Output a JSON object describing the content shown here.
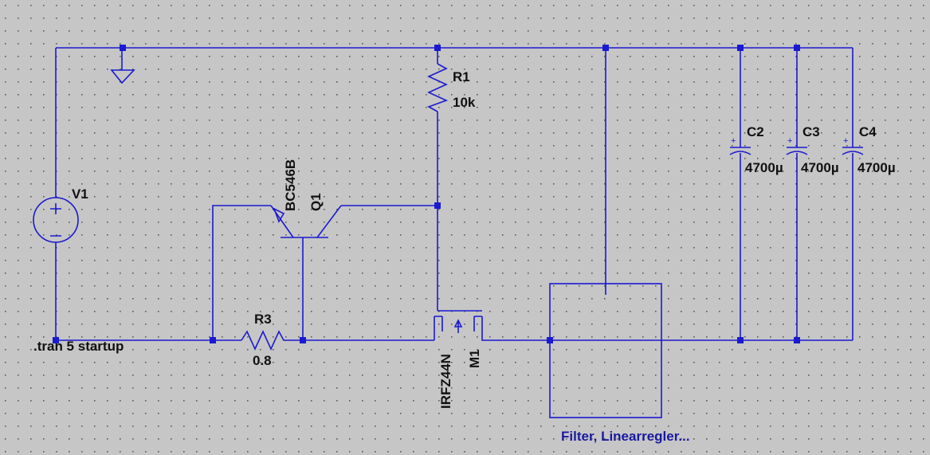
{
  "schematic": {
    "directive": ".tran 5 startup",
    "v1": {
      "name": "V1"
    },
    "r1": {
      "name": "R1",
      "value": "10k"
    },
    "r3": {
      "name": "R3",
      "value": "0.8"
    },
    "q1": {
      "name": "Q1",
      "model": "BC546B"
    },
    "m1": {
      "name": "M1",
      "model": "IRFZ44N"
    },
    "c2": {
      "name": "C2",
      "value": "4700µ"
    },
    "c3": {
      "name": "C3",
      "value": "4700µ"
    },
    "c4": {
      "name": "C4",
      "value": "4700µ"
    },
    "block": {
      "label": "Filter, Linearregler..."
    },
    "colors": {
      "wire": "#1a1ad0",
      "background": "#c6c6c6",
      "label": "#111111",
      "comment": "#1a1aa0"
    }
  }
}
